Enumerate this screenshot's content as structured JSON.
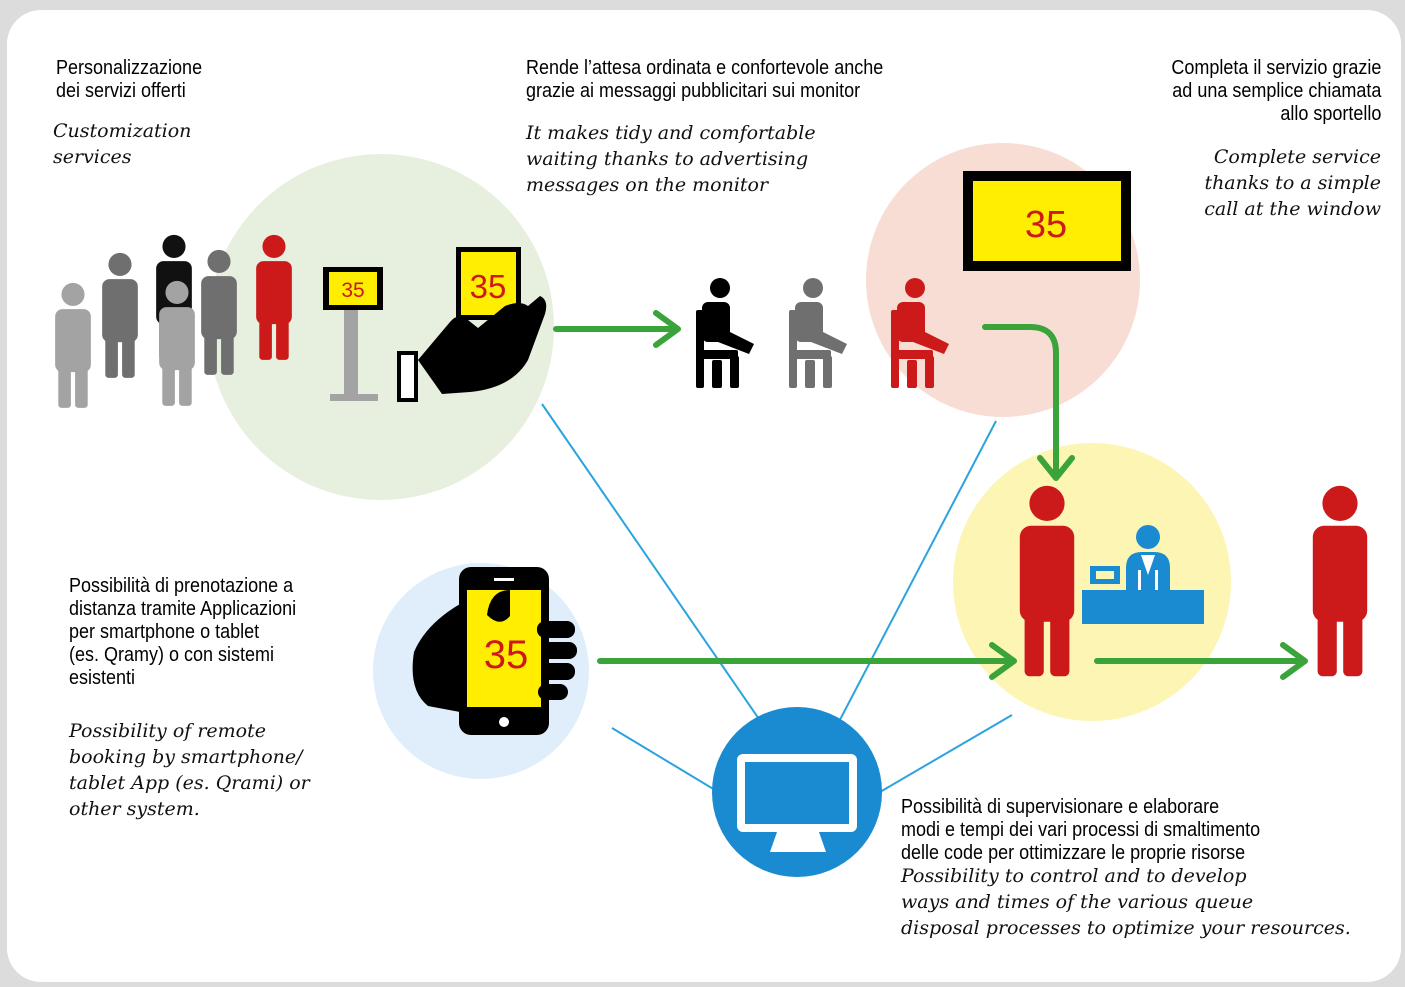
{
  "ticket_number": "35",
  "colors": {
    "red": "#cc1a1a",
    "yellow": "#ffee00",
    "green_arrow": "#3aa339",
    "blue_line": "#2aa3de",
    "black": "#000000",
    "dark_gray": "#555555",
    "mid_gray": "#6f6f6f",
    "light_gray": "#a3a3a3",
    "circle_green": "#e7efdf",
    "circle_pink": "#f7ddd3",
    "circle_blue": "#dfeefa",
    "circle_yellow": "#fcf5b4"
  },
  "texts": {
    "personalization": {
      "it": "Personalizzazione\ndei servizi offerti",
      "en": "Customization\nservices"
    },
    "waiting": {
      "it": "Rende l’attesa ordinata e confortevole anche\ngrazie ai messaggi pubblicitari sui monitor",
      "en": "It makes tidy and comfortable\nwaiting thanks to advertising\nmessages on the monitor"
    },
    "call": {
      "it": "Completa il servizio grazie\nad una semplice chiamata\nallo sportello",
      "en": "Complete service\nthanks to a simple\ncall at the window"
    },
    "booking": {
      "it": "Possibilità di prenotazione a\ndistanza tramite Applicazioni\nper smartphone o tablet\n(es. Qramy) o con sistemi\nesistenti",
      "en": "Possibility of remote\nbooking by smartphone/\ntablet App (es. Qrami) or\nother system."
    },
    "supervision": {
      "it": "Possibilità di supervisionare e elaborare\nmodi e tempi dei vari processi di smaltimento\ndelle code per ottimizzare le proprie risorse",
      "en": "Possibility to control and to develop\nways and times of the various queue\ndisposal processes to optimize your resources."
    }
  }
}
